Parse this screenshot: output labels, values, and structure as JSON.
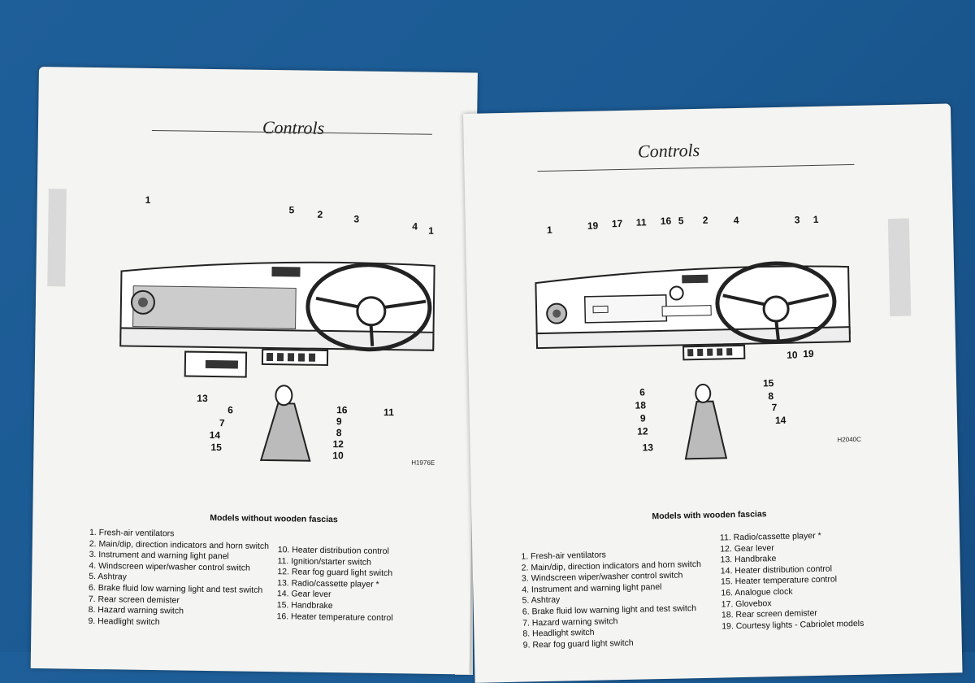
{
  "left_page": {
    "title": "Controls",
    "figure_code": "H1976E",
    "caption": "Models without wooden fascias",
    "callouts": [
      "1",
      "5",
      "2",
      "3",
      "4",
      "1",
      "13",
      "6",
      "7",
      "14",
      "15",
      "16",
      "9",
      "8",
      "12",
      "10",
      "11"
    ],
    "items_col1": [
      "1. Fresh-air ventilators",
      "2. Main/dip, direction indicators and horn switch",
      "3. Instrument and warning light panel",
      "4. Windscreen wiper/washer control switch",
      "5. Ashtray",
      "6. Brake fluid low warning light and test switch",
      "7. Rear screen demister",
      "8. Hazard warning switch",
      "9. Headlight switch"
    ],
    "items_col2": [
      "10. Heater distribution control",
      "11. Ignition/starter switch",
      "12. Rear fog guard light switch",
      "13. Radio/cassette player *",
      "14. Gear lever",
      "15. Handbrake",
      "16. Heater temperature control"
    ]
  },
  "right_page": {
    "title": "Controls",
    "figure_code": "H2040C",
    "caption": "Models with wooden fascias",
    "callouts": [
      "1",
      "19",
      "17",
      "11",
      "16",
      "5",
      "2",
      "4",
      "3",
      "1",
      "6",
      "18",
      "9",
      "12",
      "13",
      "10",
      "19",
      "15",
      "8",
      "7",
      "14"
    ],
    "items_col1": [
      "1. Fresh-air ventilators",
      "2. Main/dip, direction indicators and horn switch",
      "3. Windscreen wiper/washer control switch",
      "4. Instrument and warning light panel",
      "5. Ashtray",
      "6. Brake fluid low warning light and test switch",
      "7. Hazard warning switch",
      "8. Headlight switch",
      "9. Rear fog guard light switch"
    ],
    "items_col2": [
      "11. Radio/cassette player *",
      "12. Gear lever",
      "13. Handbrake",
      "14. Heater distribution control",
      "15. Heater temperature control",
      "16. Analogue clock",
      "17. Glovebox",
      "18. Rear screen demister",
      "19. Courtesy lights - Cabriolet models"
    ]
  }
}
